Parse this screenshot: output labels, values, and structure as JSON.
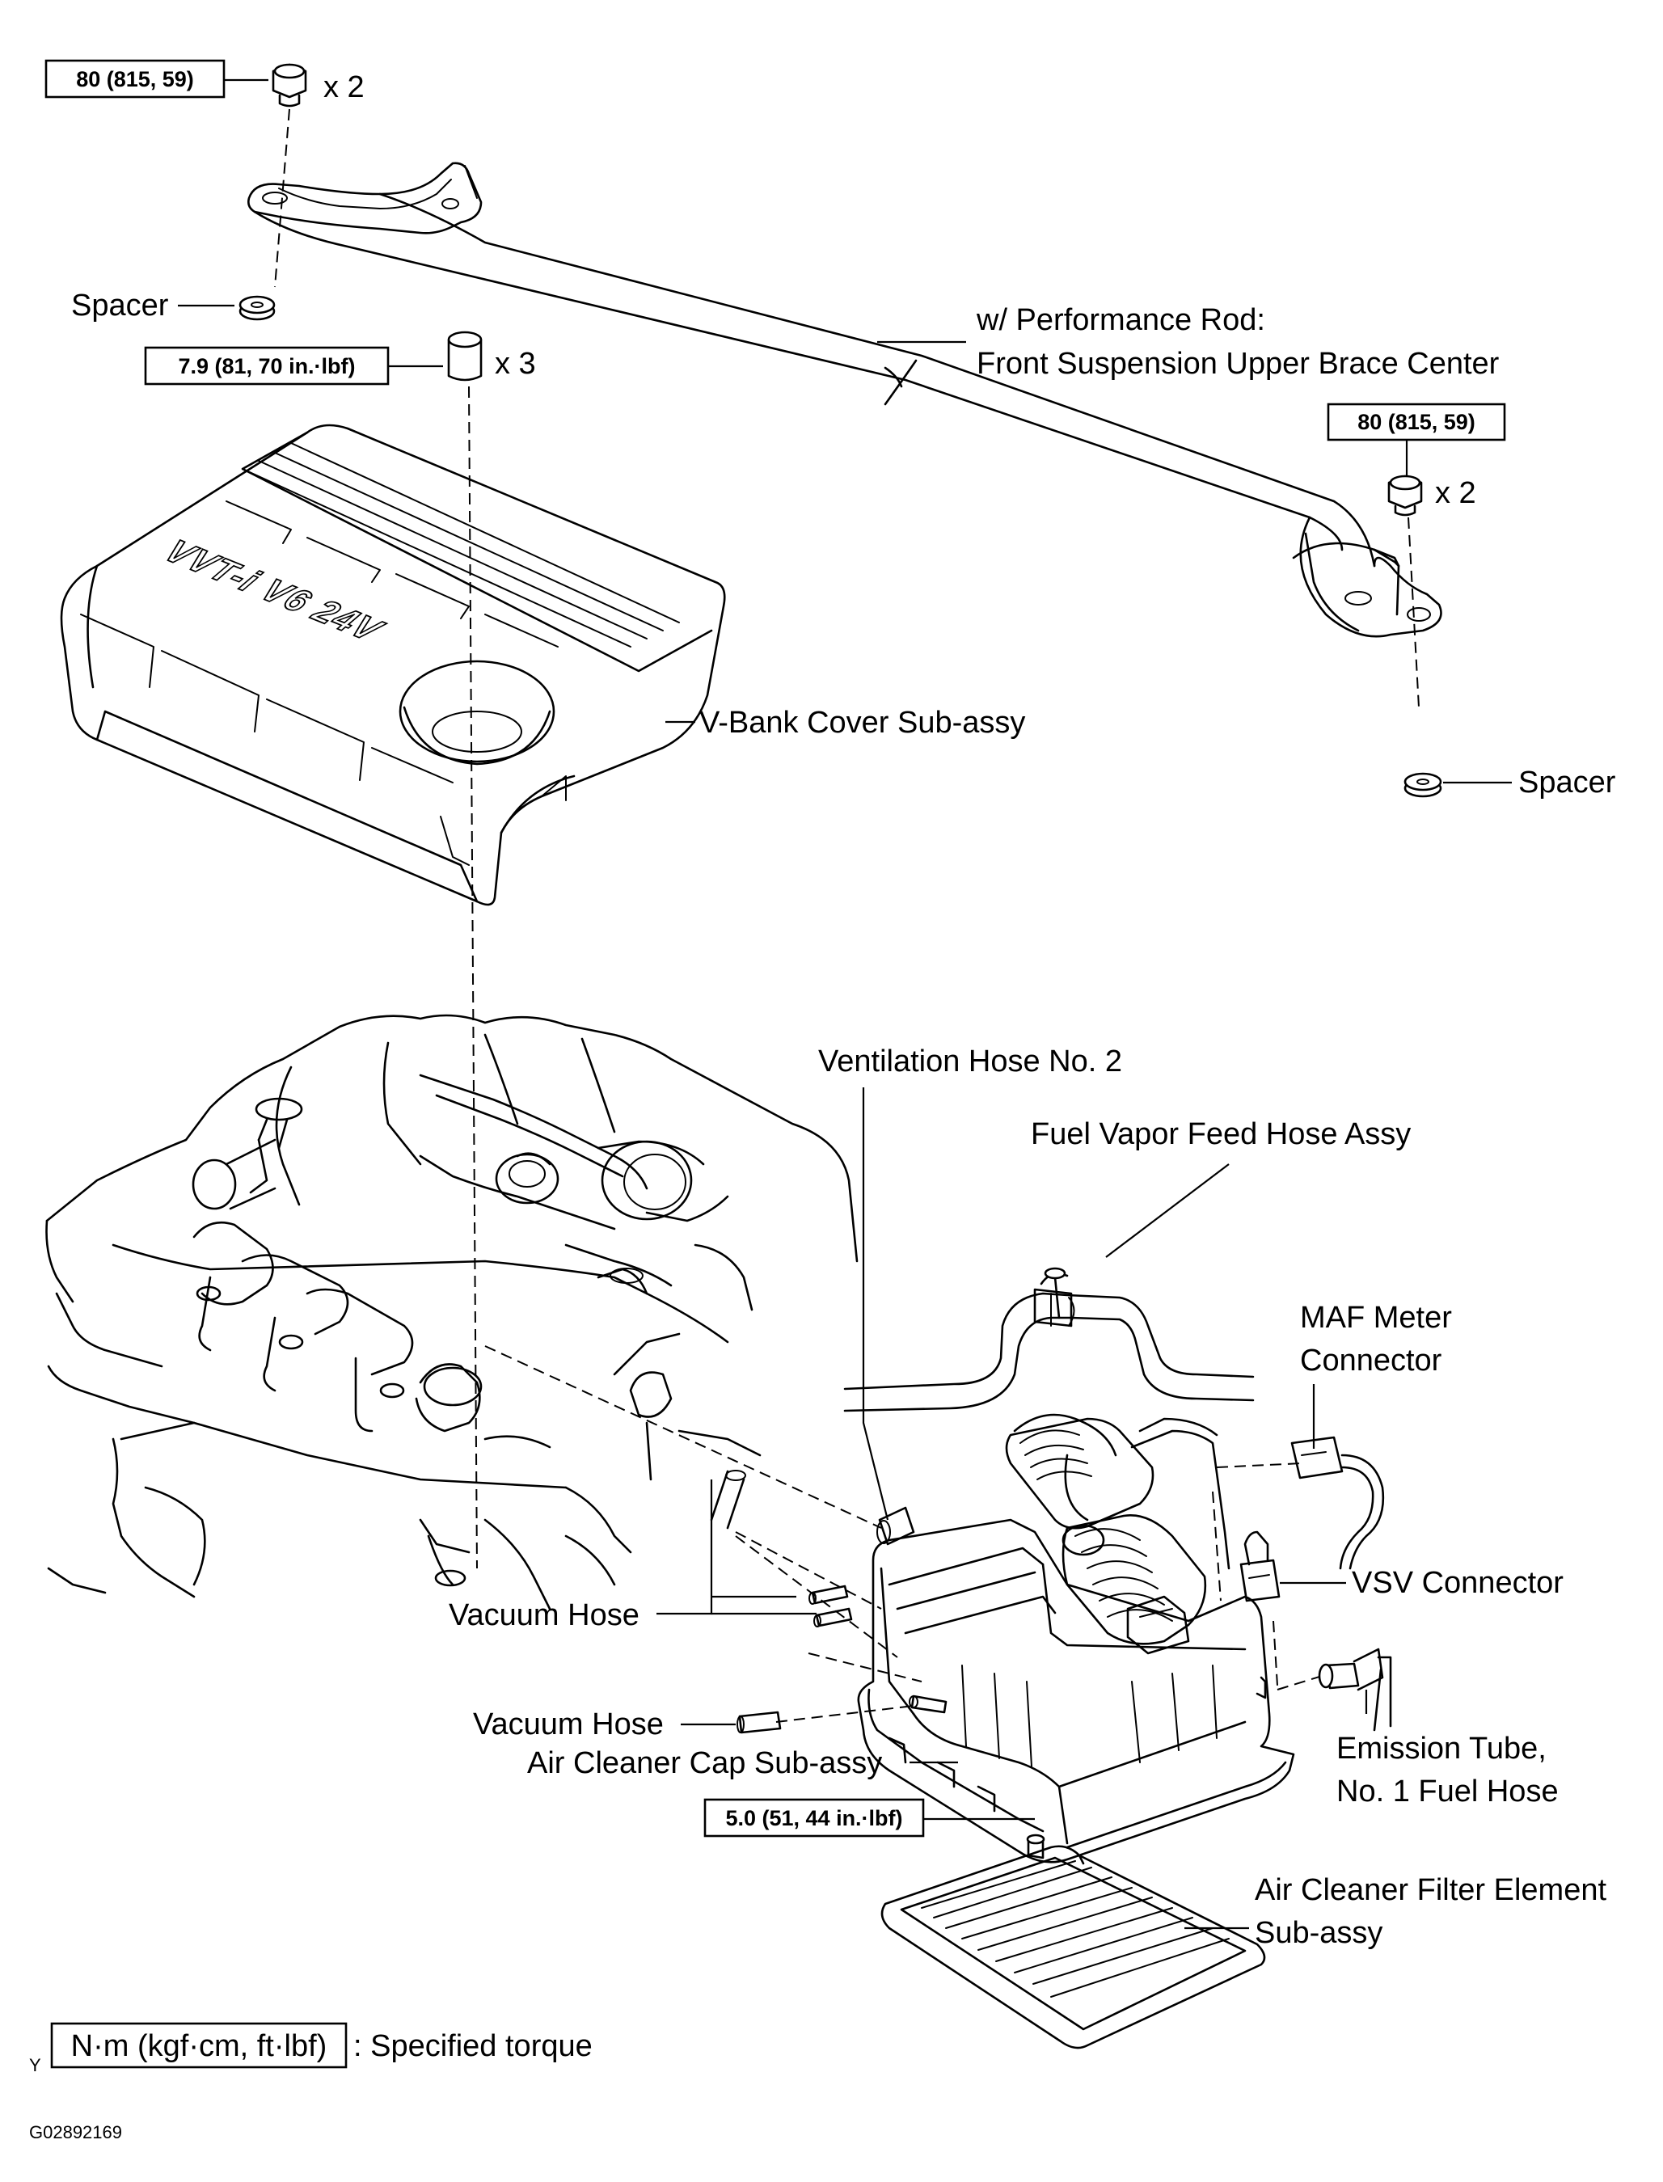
{
  "torque_specs": {
    "bolt_left": "80 (815, 59)",
    "bolt_right": "80 (815, 59)",
    "cover_nut": "7.9 (81, 70 in.·lbf)",
    "air_cleaner": "5.0 (51, 44 in.·lbf)"
  },
  "quantities": {
    "bolt_left": "x 2",
    "bolt_right": "x 2",
    "cover_nut": "x 3"
  },
  "labels": {
    "spacer_left": "Spacer",
    "spacer_right": "Spacer",
    "performance_rod_line1": "w/ Performance Rod:",
    "performance_rod_line2": "Front Suspension Upper Brace Center",
    "vbank_cover": "V-Bank  Cover Sub-assy",
    "engine_logo": "VVT-i V6 24V",
    "ventilation_hose": "Ventilation Hose No. 2",
    "fuel_vapor_hose": "Fuel Vapor Feed Hose Assy",
    "maf_connector_line1": "MAF Meter",
    "maf_connector_line2": "Connector",
    "vsv_connector": "VSV Connector",
    "vacuum_hose_upper": "Vacuum Hose",
    "vacuum_hose_lower": "Vacuum Hose",
    "air_cleaner_cap": "Air Cleaner Cap Sub-assy",
    "emission_tube_line1": "Emission Tube,",
    "emission_tube_line2": "No. 1 Fuel Hose",
    "filter_element_line1": "Air Cleaner Filter Element",
    "filter_element_line2": "Sub-assy"
  },
  "legend": {
    "marker": "Y",
    "unit_box": "N·m (kgf·cm, ft·lbf)",
    "description": ": Specified torque"
  },
  "figure_code": "G02892169"
}
